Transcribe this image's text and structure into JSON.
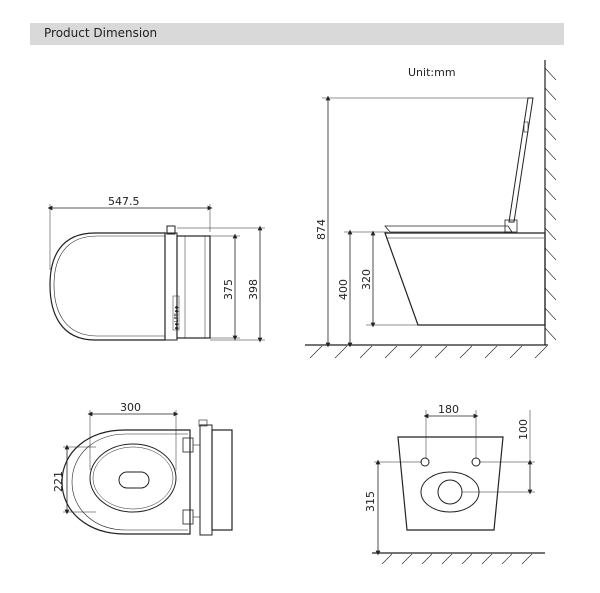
{
  "header": {
    "title": "Product Dimension"
  },
  "unit_label": "Unit:mm",
  "dimensions": {
    "front_width": "547.5",
    "front_height_inner": "375",
    "front_height_outer": "398",
    "side_total": "874",
    "side_seat": "400",
    "side_bowl": "320",
    "top_width": "300",
    "top_depth": "221",
    "rear_spacing": "180",
    "rear_offset": "100",
    "rear_height": "315"
  },
  "panel_label": "◆◆L88◆◆"
}
